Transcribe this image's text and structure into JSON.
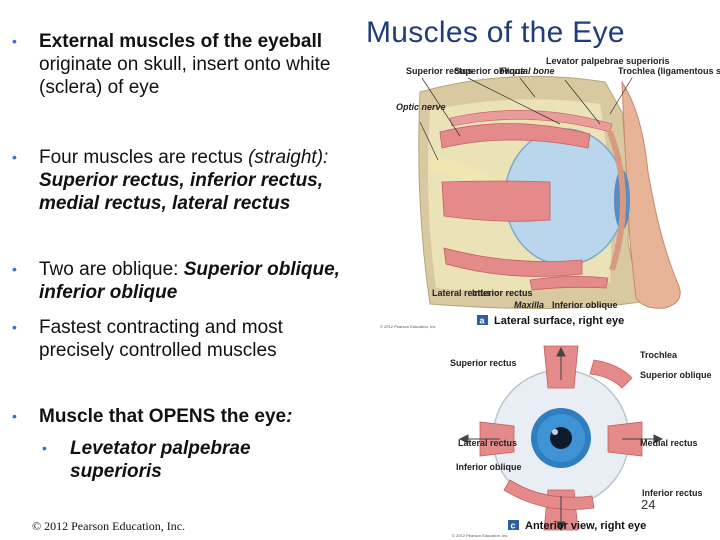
{
  "slide": {
    "title": "Muscles of the Eye",
    "copyright": "© 2012 Pearson Education, Inc.",
    "page_number": "24"
  },
  "bullets": {
    "b1": {
      "bold": "External muscles of the eyeball",
      "rest": " originate on skull, insert onto white (sclera) of eye"
    },
    "b2": {
      "plain": "Four muscles are rectus ",
      "italic": "(straight): ",
      "bolditalic": "Superior rectus, inferior rectus, medial rectus, lateral rectus"
    },
    "b3": {
      "plain": "Two are oblique: ",
      "bolditalic": "Superior oblique, inferior oblique"
    },
    "b4": {
      "plain": "Fastest contracting and most precisely controlled muscles"
    },
    "b5": {
      "bold": "Muscle that OPENS the eye",
      "colon": ":"
    },
    "b5_sub": "Levetator palpebrae superioris"
  },
  "figure_a": {
    "labels": {
      "superior_rectus": "Superior rectus",
      "superior_oblique": "Superior oblique",
      "frontal_bone": "Frontal bone",
      "levator": "Levator palpebrae superioris",
      "trochlea": "Trochlea (ligamentous sling)",
      "optic_nerve": "Optic nerve",
      "lateral_rectus": "Lateral rectus",
      "inferior_rectus": "Inferior rectus",
      "maxilla": "Maxilla",
      "inferior_oblique": "Inferior oblique"
    },
    "letter": "a",
    "caption": "Lateral surface, right eye",
    "credit": "© 2012 Pearson Education, Inc."
  },
  "figure_c": {
    "labels": {
      "superior_rectus": "Superior rectus",
      "trochlea": "Trochlea",
      "superior_oblique": "Superior oblique",
      "lateral_rectus": "Lateral rectus",
      "medial_rectus": "Medial rectus",
      "inferior_oblique": "Inferior oblique",
      "inferior_rectus": "Inferior rectus"
    },
    "letter": "c",
    "caption": "Anterior view, right eye",
    "credit": "© 2012 Pearson Education, Inc."
  },
  "colors": {
    "title": "#1f3d7a",
    "bullet": "#3a6bd0",
    "muscle": "#e48a8a",
    "iris": "#2f7fc0",
    "caption_box": "#2b5f9e"
  }
}
